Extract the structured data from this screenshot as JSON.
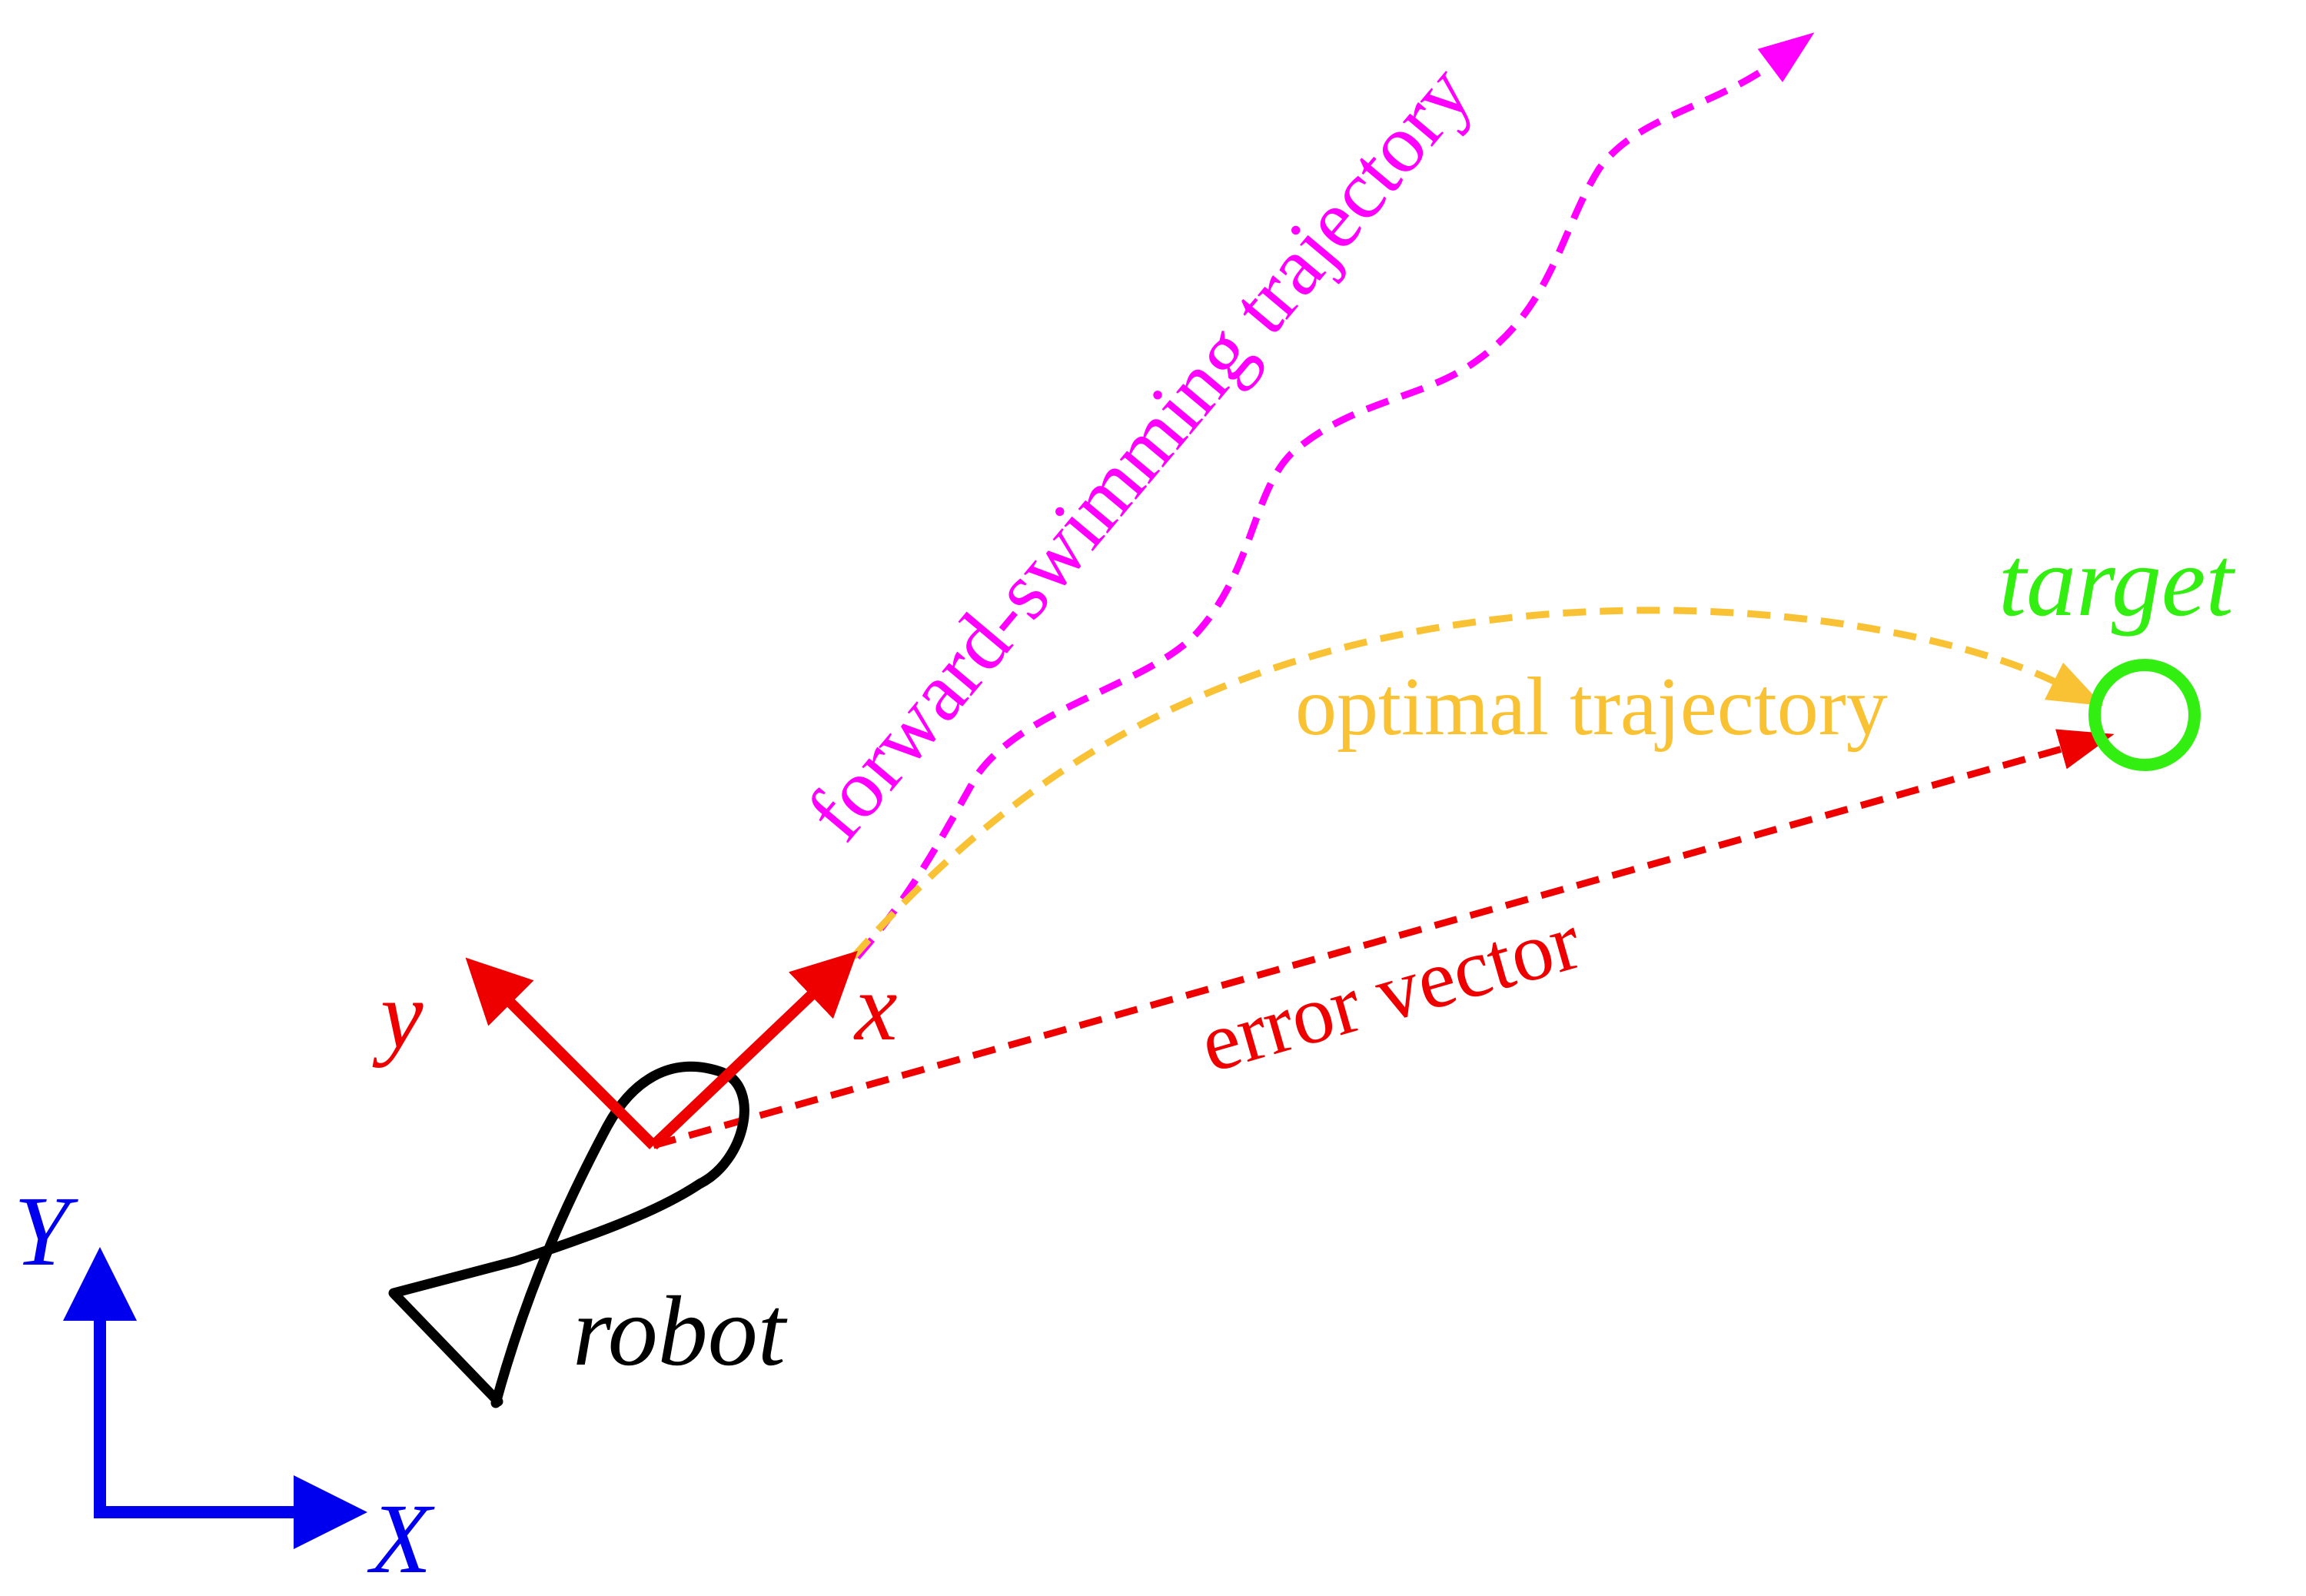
{
  "colors": {
    "background": "#ffffff",
    "global_frame": "#0000ee",
    "robot_frame": "#ee0000",
    "robot_outline": "#000000",
    "forward_trajectory": "#ff00ff",
    "optimal_trajectory": "#f9c235",
    "error_vector": "#ee0000",
    "target": "#33ee11"
  },
  "labels": {
    "global_x": "X",
    "global_y": "Y",
    "robot_x": "x",
    "robot_y": "y",
    "robot": "robot",
    "target": "target",
    "forward_trajectory": "forward-swimming trajectory",
    "optimal_trajectory": "optimal trajectory",
    "error_vector": "error vector"
  },
  "icons": {
    "robot": "fish-robot-icon",
    "target": "target-circle-icon"
  }
}
